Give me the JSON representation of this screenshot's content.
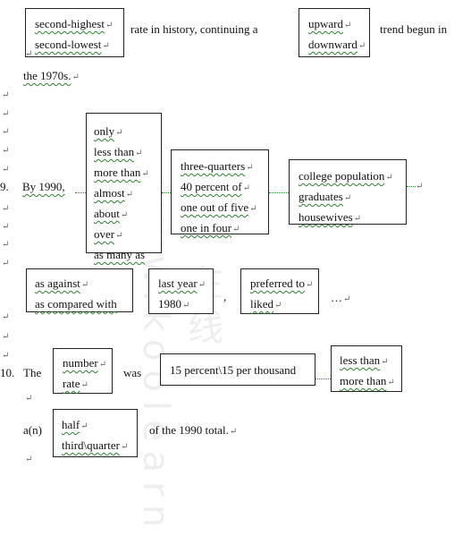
{
  "row1": {
    "box_a": [
      "second-highest",
      "second-lowest"
    ],
    "text_mid": "rate in history, continuing a",
    "box_b": [
      "upward",
      "downward"
    ],
    "text_end": "trend begun in"
  },
  "row2": {
    "text": "the 1970s."
  },
  "sentence9": {
    "number": "9.",
    "intro": "By 1990,",
    "box_quant": [
      "only",
      "less than",
      "more than",
      "almost",
      "about",
      "over",
      "as many as"
    ],
    "box_fraction": [
      "three-quarters",
      "40 percent of",
      "one out of five",
      "one in four"
    ],
    "box_group": [
      "college population",
      "graduates",
      "housewives"
    ]
  },
  "compare_row": {
    "box_a": [
      "as against",
      "as compared with"
    ],
    "box_b": [
      "last year",
      "1980"
    ],
    "comma": ",",
    "box_c": [
      "preferred to",
      "liked"
    ],
    "ellipsis": "…"
  },
  "sentence10": {
    "number": "10.",
    "intro": "The",
    "box_measure": [
      "number",
      "rate"
    ],
    "verb": "was",
    "box_value": [
      "15 percent\\15 per thousand"
    ],
    "box_compare": [
      "less than",
      "more than"
    ]
  },
  "final_row": {
    "article": "a(n)",
    "box_portion": [
      "half",
      "third\\quarter"
    ],
    "tail": "of the 1990 total."
  },
  "watermark": "在线 www.koolearn"
}
